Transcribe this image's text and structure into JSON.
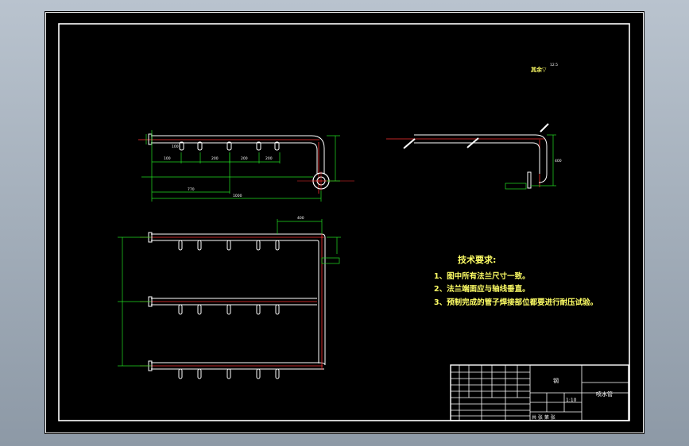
{
  "drawing": {
    "background_color": "#000000",
    "frame_color": "#ffffff",
    "pipe_color": "#ffffff",
    "centerline_color": "#ff3333",
    "dimension_color": "#22dd22",
    "notes_color": "#ffff66"
  },
  "roughness_note": "其余▽",
  "roughness_value": "12.5",
  "technical_requirements": {
    "title": "技术要求:",
    "items": [
      "1、图中所有法兰尺寸一致。",
      "2、法兰端面应与轴线垂直。",
      "3、预制完成的管子焊接部位都要进行耐压试验。"
    ]
  },
  "dimensions": {
    "top_view": [
      "100",
      "200",
      "200",
      "200",
      "100",
      "770",
      "1000"
    ],
    "side_view": [
      "400"
    ],
    "plan_view": [
      "400"
    ]
  },
  "title_block": {
    "material": "钢",
    "part_name": "喷水管",
    "scale_label": "1:10",
    "sheet_info": "共 张 第 张"
  }
}
